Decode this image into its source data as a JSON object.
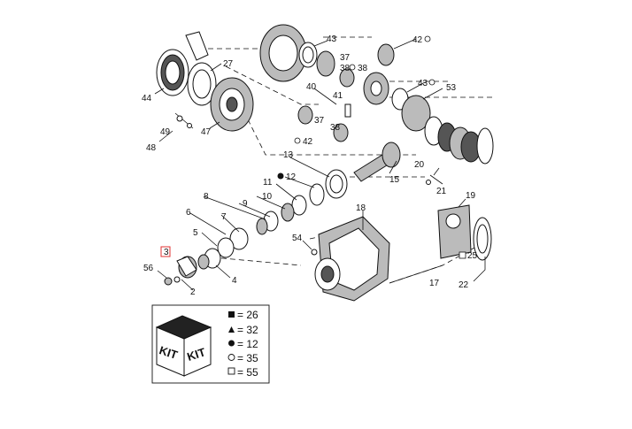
{
  "callouts": {
    "c2": "2",
    "c3": "3",
    "c4": "4",
    "c5": "5",
    "c6": "6",
    "c7": "7",
    "c8": "8",
    "c9": "9",
    "c10": "10",
    "c11": "11",
    "c12": "12",
    "c13": "13",
    "c15": "15",
    "c17": "17",
    "c18": "18",
    "c19": "19",
    "c20": "20",
    "c21": "21",
    "c22": "22",
    "c25": "25",
    "c27": "27",
    "c37a": "37",
    "c37b": "37",
    "c38a": "38",
    "c38b": "38",
    "c38c": "38",
    "c40": "40",
    "c41": "41",
    "c42a": "42",
    "c42b": "42",
    "c43a": "43",
    "c43b": "43",
    "c44": "44",
    "c47": "47",
    "c48": "48",
    "c49": "49",
    "c53": "53",
    "c54": "54",
    "c56": "56"
  },
  "kit_box": {
    "word_left": "KIT",
    "word_right": "KIT",
    "legend": [
      {
        "symbol": "filled-square",
        "text": "= 26"
      },
      {
        "symbol": "filled-triangle",
        "text": "= 32"
      },
      {
        "symbol": "filled-circle",
        "text": "= 12"
      },
      {
        "symbol": "open-circle",
        "text": "= 35"
      },
      {
        "symbol": "open-square",
        "text": "= 55"
      }
    ]
  },
  "colors": {
    "line": "#111111",
    "highlight": "#e03030"
  }
}
